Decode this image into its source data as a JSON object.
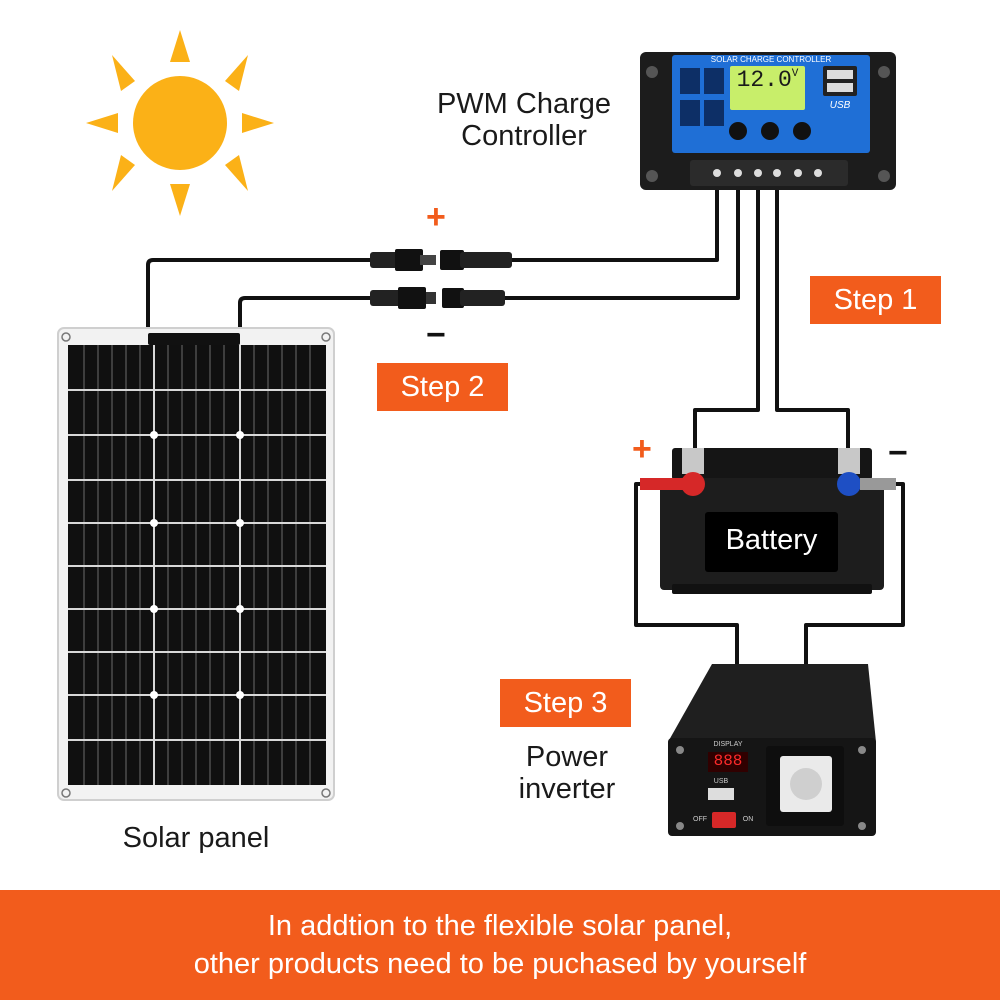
{
  "labels": {
    "controller_line1": "PWM Charge",
    "controller_line2": "Controller",
    "solar_panel": "Solar panel",
    "battery": "Battery",
    "inverter_line1": "Power",
    "inverter_line2": "inverter"
  },
  "steps": {
    "step1": "Step 1",
    "step2": "Step 2",
    "step3": "Step 3"
  },
  "polarity": {
    "plus": "+",
    "minus": "−"
  },
  "controller_panel": {
    "header": "SOLAR CHARGE CONTROLLER",
    "lcd_value": "12.0",
    "lcd_unit": "V",
    "usb": "USB"
  },
  "inverter_panel": {
    "display_label": "DISPLAY",
    "display_value": "888",
    "usb": "USB",
    "off": "OFF",
    "on": "ON"
  },
  "footer": {
    "line1": "In addtion to the flexible solar panel,",
    "line2": "other products need to be puchased by yourself"
  },
  "colors": {
    "accent": "#f25c1c",
    "sun": "#fbb117",
    "controller_blue": "#1f6fd6",
    "terminal_red": "#d62828",
    "terminal_blue": "#1e4fc4"
  }
}
